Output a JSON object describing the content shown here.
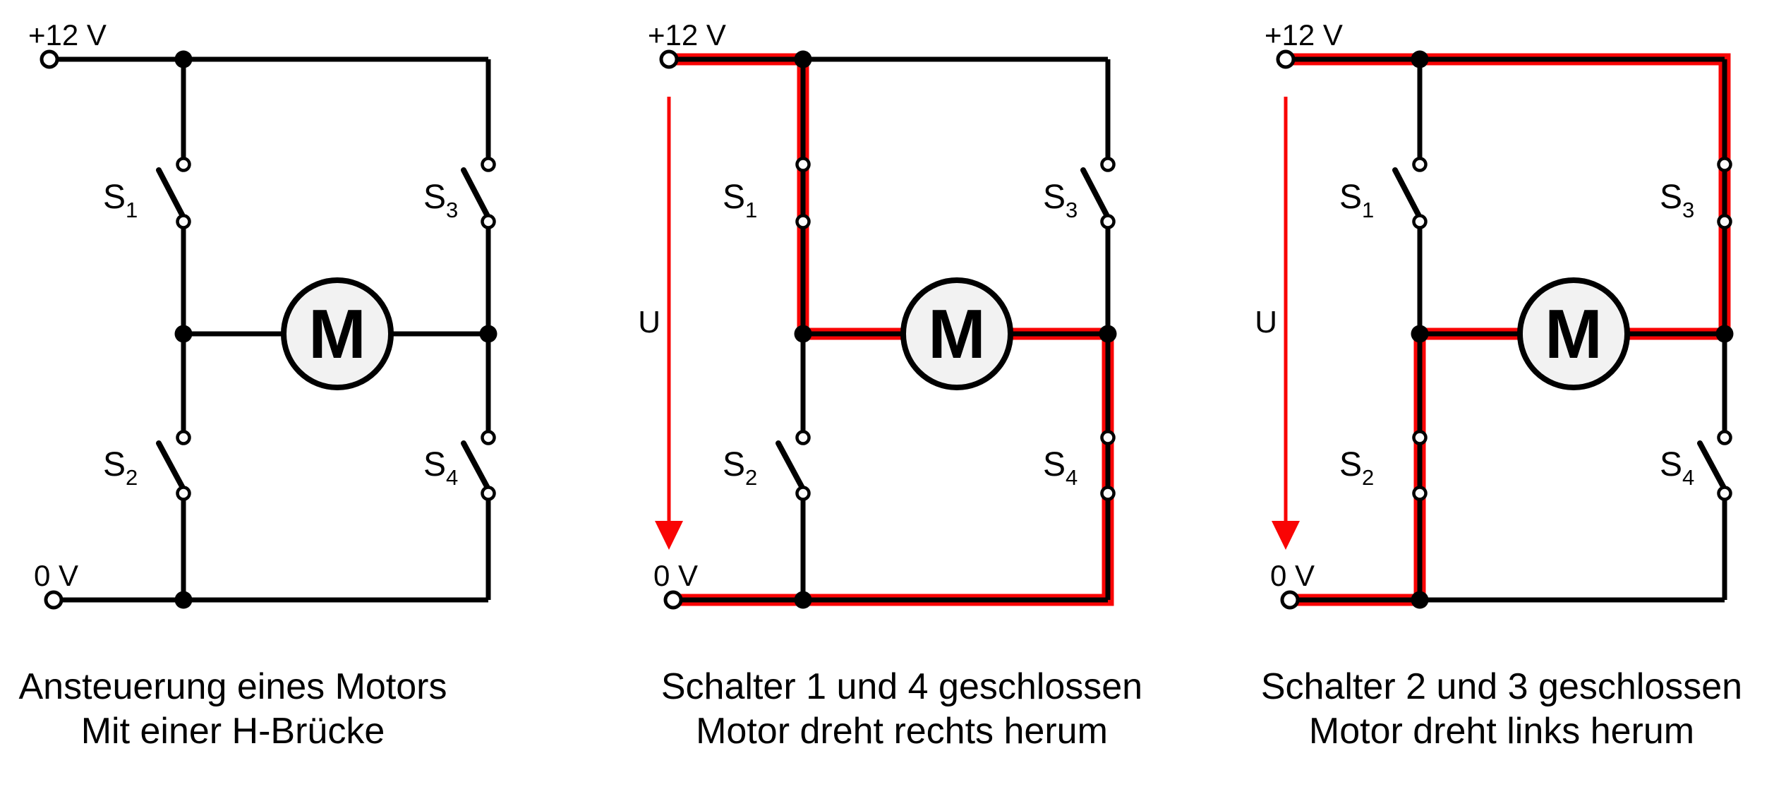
{
  "colors": {
    "wire": "#000000",
    "highlight": "#f90404",
    "motor_fill": "#f2f2f2",
    "contact_fill": "#fbfbfb",
    "terminal_fill": "#ffffff",
    "text": "#000000"
  },
  "panels": [
    {
      "supply_label": "+12 V",
      "ground_label": "0 V",
      "voltage_label": null,
      "motor_label": "M",
      "switches": [
        {
          "label": "S",
          "sub": "1",
          "state": "open"
        },
        {
          "label": "S",
          "sub": "2",
          "state": "open"
        },
        {
          "label": "S",
          "sub": "3",
          "state": "open"
        },
        {
          "label": "S",
          "sub": "4",
          "state": "open"
        }
      ],
      "caption_line1": "Ansteuerung eines Motors",
      "caption_line2": "Mit einer H-Brücke"
    },
    {
      "supply_label": "+12 V",
      "ground_label": "0 V",
      "voltage_label": "U",
      "motor_label": "M",
      "switches": [
        {
          "label": "S",
          "sub": "1",
          "state": "closed"
        },
        {
          "label": "S",
          "sub": "2",
          "state": "open"
        },
        {
          "label": "S",
          "sub": "3",
          "state": "open"
        },
        {
          "label": "S",
          "sub": "4",
          "state": "closed"
        }
      ],
      "caption_line1": "Schalter 1 und 4 geschlossen",
      "caption_line2": "Motor dreht rechts herum"
    },
    {
      "supply_label": "+12 V",
      "ground_label": "0 V",
      "voltage_label": "U",
      "motor_label": "M",
      "switches": [
        {
          "label": "S",
          "sub": "1",
          "state": "open"
        },
        {
          "label": "S",
          "sub": "2",
          "state": "closed"
        },
        {
          "label": "S",
          "sub": "3",
          "state": "closed"
        },
        {
          "label": "S",
          "sub": "4",
          "state": "open"
        }
      ],
      "caption_line1": "Schalter 2 und 3 geschlossen",
      "caption_line2": "Motor dreht links herum"
    }
  ]
}
